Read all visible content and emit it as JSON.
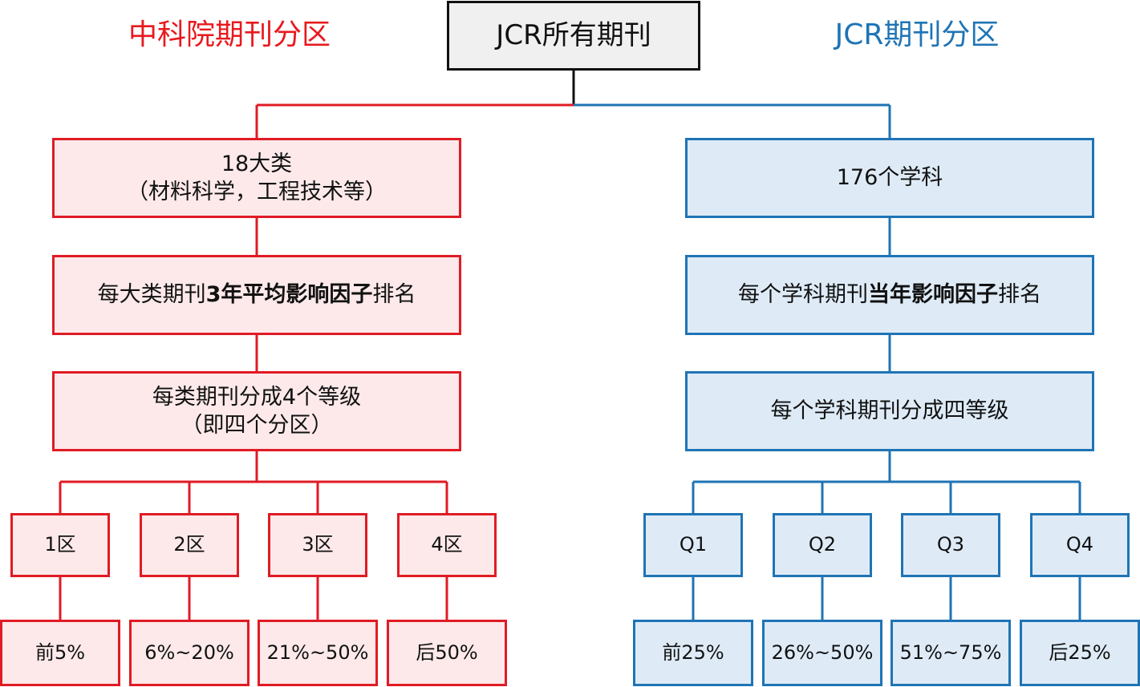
{
  "titles": {
    "left": "中科院期刊分区",
    "right": "JCR期刊分区"
  },
  "root": "JCR所有期刊",
  "left": {
    "level1": {
      "line1": "18大类",
      "line2": "（材料科学，工程技术等）"
    },
    "level2": {
      "pre": "每大类期刊",
      "bold": "3年平均影响因子",
      "post": "排名"
    },
    "level3": {
      "line1": "每类期刊分成4个等级",
      "line2": "（即四个分区）"
    },
    "zones": [
      "1区",
      "2区",
      "3区",
      "4区"
    ],
    "ranges": [
      "前5%",
      "6%~20%",
      "21%~50%",
      "后50%"
    ]
  },
  "right": {
    "level1": "176个学科",
    "level2": {
      "pre": "每个学科期刊",
      "bold": "当年影响因子",
      "post": "排名"
    },
    "level3": "每个学科期刊分成四等级",
    "zones": [
      "Q1",
      "Q2",
      "Q3",
      "Q4"
    ],
    "ranges": [
      "前25%",
      "26%~50%",
      "51%~75%",
      "后25%"
    ]
  },
  "colors": {
    "red": "#e01b24",
    "red_fill": "#fde9ea",
    "blue": "#1f74b5",
    "blue_fill": "#deebf7",
    "root_border": "#111111",
    "root_fill": "#f0f0f0"
  }
}
